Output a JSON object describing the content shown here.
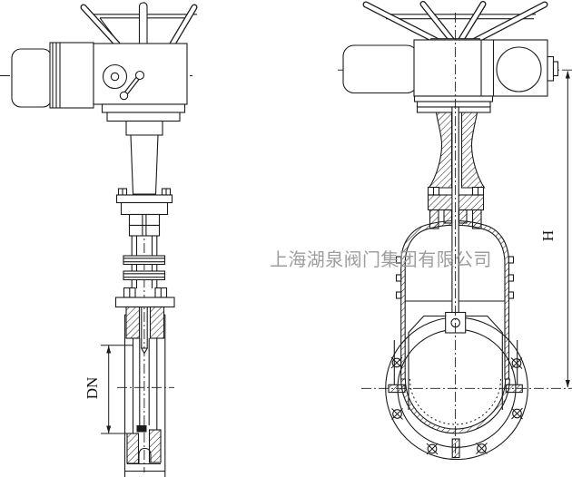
{
  "watermark": {
    "text": "上海湖泉阀门集团有限公司",
    "color": "#949494"
  },
  "dimensions": {
    "dn_label": "DN",
    "h_label": "H"
  },
  "colors": {
    "line": "#1b1b1b",
    "background": "#ffffff",
    "watermark": "#949494"
  }
}
